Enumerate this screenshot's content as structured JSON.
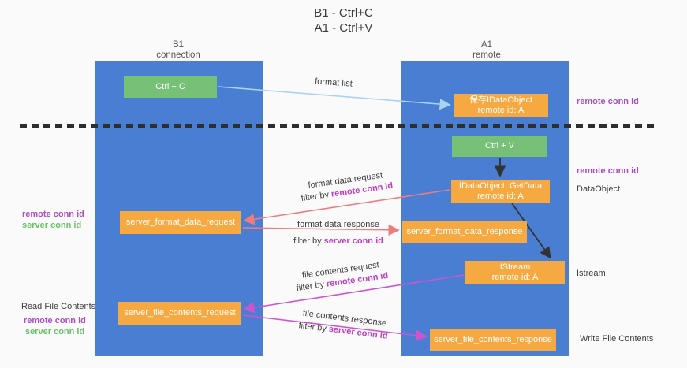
{
  "colors": {
    "column_blue": "#4a7ed3",
    "box_green": "#77c077",
    "box_orange": "#f7a941",
    "label_purple": "#a94fc2",
    "label_green": "#6abf6a",
    "arrow_light_blue": "#a9d3ee",
    "arrow_salmon": "#ee7d7d",
    "arrow_magenta": "#cc55cc",
    "arrow_black": "#333333"
  },
  "title": {
    "line1": "B1 - Ctrl+C",
    "line2": "A1 - Ctrl+V"
  },
  "columns": {
    "left": {
      "header1": "B1",
      "header2": "connection"
    },
    "right": {
      "header1": "A1",
      "header2": "remote"
    }
  },
  "nodes": {
    "ctrl_c": {
      "label": "Ctrl + C"
    },
    "ctrl_v": {
      "label": "Ctrl + V"
    },
    "save_idataobject": {
      "line1": "保存IDataObject",
      "line2": "remote id: A"
    },
    "getdata": {
      "line1": "IDataObject::GetData",
      "line2": "remote id: A"
    },
    "istream": {
      "line1": "IStream",
      "line2": "remote id: A"
    },
    "server_format_data_request": {
      "label": "server_format_data_request"
    },
    "server_format_data_response": {
      "label": "server_format_data_response"
    },
    "server_file_contents_request": {
      "label": "server_file_contents_request"
    },
    "server_file_contents_response": {
      "label": "server_file_contents_response"
    }
  },
  "arrow_labels": {
    "format_list": "format list",
    "format_data_request": {
      "line1": "format data request",
      "filter_prefix": "filter by ",
      "filter_key": "remote conn id"
    },
    "format_data_response": {
      "line1": "format data response",
      "filter_prefix": "filter by ",
      "filter_key": "server conn id"
    },
    "file_contents_request": {
      "line1": "file contents request",
      "filter_prefix": "filter by ",
      "filter_key": "remote conn id"
    },
    "file_contents_response": {
      "line1": "file contents response",
      "filter_prefix": "filter by ",
      "filter_key": "server conn id"
    }
  },
  "side_labels": {
    "left": {
      "remote_conn_id_1": "remote conn id",
      "server_conn_id_1": "server conn id",
      "read_file_contents": "Read File Contents",
      "remote_conn_id_2": "remote conn id",
      "server_conn_id_2": "server conn id"
    },
    "right": {
      "remote_conn_id_1": "remote conn id",
      "remote_conn_id_2": "remote conn id",
      "dataobject": "DataObject",
      "istream": "Istream",
      "write_file_contents": "Write File Contents"
    }
  }
}
